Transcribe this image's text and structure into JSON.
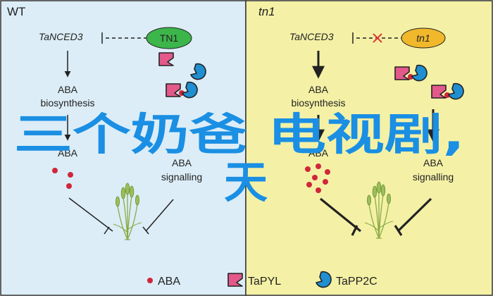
{
  "colors": {
    "wt_panel": "#dcedf7",
    "tn1_panel": "#f4f1a6",
    "border": "#333333",
    "tn1_wt_protein": "#3cb54a",
    "tn1_mut_protein": "#f0b82a",
    "tapyl": "#e2598a",
    "tapp2c": "#1f8fd1",
    "aba_dot": "#d0263a",
    "knockout": "#e23a3a",
    "overlay_text": "#1a8fe3",
    "plant": "#9bbf5a"
  },
  "panels": {
    "wt": {
      "title": "WT",
      "gene": "TaNCED3",
      "protein": "TN1",
      "biosynthesis_line1": "ABA",
      "biosynthesis_line2": "biosynthesis",
      "product": "ABA",
      "signalling_line1": "ABA",
      "signalling_line2": "signalling"
    },
    "tn1": {
      "title": "tn1",
      "gene": "TaNCED3",
      "protein": "tn1",
      "biosynthesis_line1": "ABA",
      "biosynthesis_line2": "biosynthesis",
      "product": "ABA",
      "signalling_line1": "ABA",
      "signalling_line2": "signalling"
    }
  },
  "legend": {
    "aba": "ABA",
    "tapyl": "TaPYL",
    "tapp2c": "TaPP2C"
  },
  "icons": {
    "knockout": "x-mark-icon",
    "receptor": "tapyl-icon",
    "phosphatase": "tapp2c-icon",
    "plant": "wheat-plant-icon"
  },
  "overlay": {
    "line1": "三个奶爸 电视剧,",
    "line2": "天"
  }
}
